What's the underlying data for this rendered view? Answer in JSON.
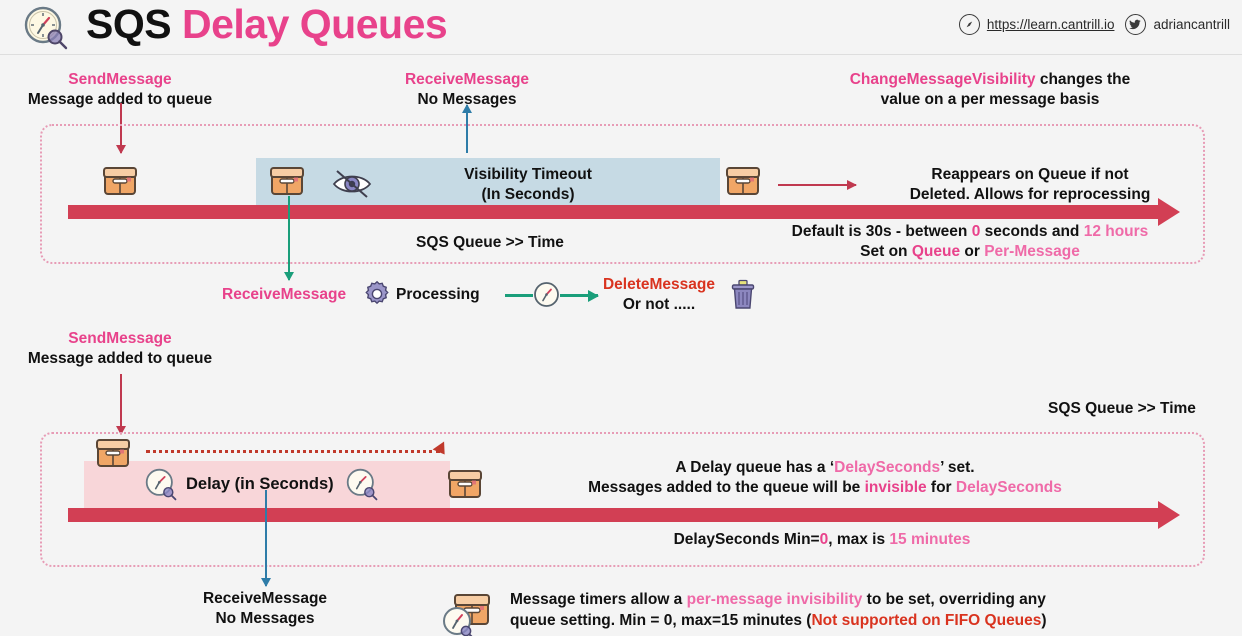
{
  "header": {
    "logo_icon": "clock-magnifier-icon",
    "title_primary": "SQS ",
    "title_accent": "Delay Queues",
    "website_icon": "compass-icon",
    "website": "https://learn.cantrill.io",
    "twitter_icon": "twitter-icon",
    "handle": "adriancantrill"
  },
  "visibility_section": {
    "send_message": {
      "api": "SendMessage",
      "caption": "Message added to queue"
    },
    "receive_message_top": {
      "api": "ReceiveMessage",
      "caption": "No Messages"
    },
    "change_visibility": {
      "api": "ChangeMessageVisibility",
      "rest_line1": " changes the",
      "line2": "value on a per message basis"
    },
    "band": {
      "title_line1": "Visibility Timeout",
      "title_line2": "(In Seconds)",
      "color": "#c6dae4",
      "eye_icon": "eye-slash-icon",
      "box_icon_left": "package-icon",
      "box_icon_right": "package-icon"
    },
    "reappears": {
      "line1": "Reappears on Queue if not",
      "line2": "Deleted. Allows for reprocessing"
    },
    "timeline_label": "SQS Queue >> Time",
    "defaults": {
      "l1_a": "Default is 30s - between ",
      "l1_zero": "0",
      "l1_b": " seconds and ",
      "l1_max": "12 hours",
      "l2_a": "Set on ",
      "l2_queue": "Queue",
      "l2_b": " or ",
      "l2_perm": "Per-Message"
    },
    "processing_row": {
      "receive_message": "ReceiveMessage",
      "gear_icon": "gear-icon",
      "processing": "Processing",
      "clock_icon": "clock-icon",
      "delete_message": "DeleteMessage",
      "or_not": "Or not .....",
      "trash_icon": "trash-icon"
    }
  },
  "delay_section": {
    "send_message": {
      "api": "SendMessage",
      "caption": "Message added to queue"
    },
    "timeline_label": "SQS Queue >> Time",
    "band": {
      "title": "Delay (in Seconds)",
      "color": "#f8d6d9",
      "clock_icon_left": "clock-magnifier-icon",
      "clock_icon_right": "clock-magnifier-icon",
      "box_icon_left": "package-icon",
      "box_icon_right": "package-icon"
    },
    "description": {
      "l1_a": "A Delay queue has a ‘",
      "l1_key": "DelaySeconds",
      "l1_b": "’ set.",
      "l2_a": "Messages added to the queue will be ",
      "l2_invis": "invisible",
      "l2_b": " for ",
      "l2_key": "DelaySeconds"
    },
    "minmax": {
      "a": "DelaySeconds Min=",
      "zero": "0",
      "b": ", max is ",
      "max": "15 minutes"
    },
    "receive_message_bottom": {
      "line1": "ReceiveMessage",
      "line2": "No Messages"
    },
    "message_timers": {
      "box_clock_icon": "package-clock-icon",
      "l1_a": "Message timers allow a ",
      "l1_key": "per-message invisibility",
      "l1_b": " to be set, overriding any",
      "l2_a": "queue setting. Min = 0, max=15 minutes (",
      "l2_warn": "Not supported on FIFO Queues",
      "l2_b": ")"
    }
  },
  "colors": {
    "accent_pink": "#e8428b",
    "soft_pink": "#ef6aa8",
    "timeline_red": "#d23f54",
    "band_blue": "#c6dae4",
    "band_pink": "#f8d6d9",
    "panel_border": "#e79cb6",
    "red_warn": "#d9331f",
    "teal": "#1a9e7a",
    "steel_blue": "#2e7ca8",
    "background": "#f4f4f4"
  }
}
